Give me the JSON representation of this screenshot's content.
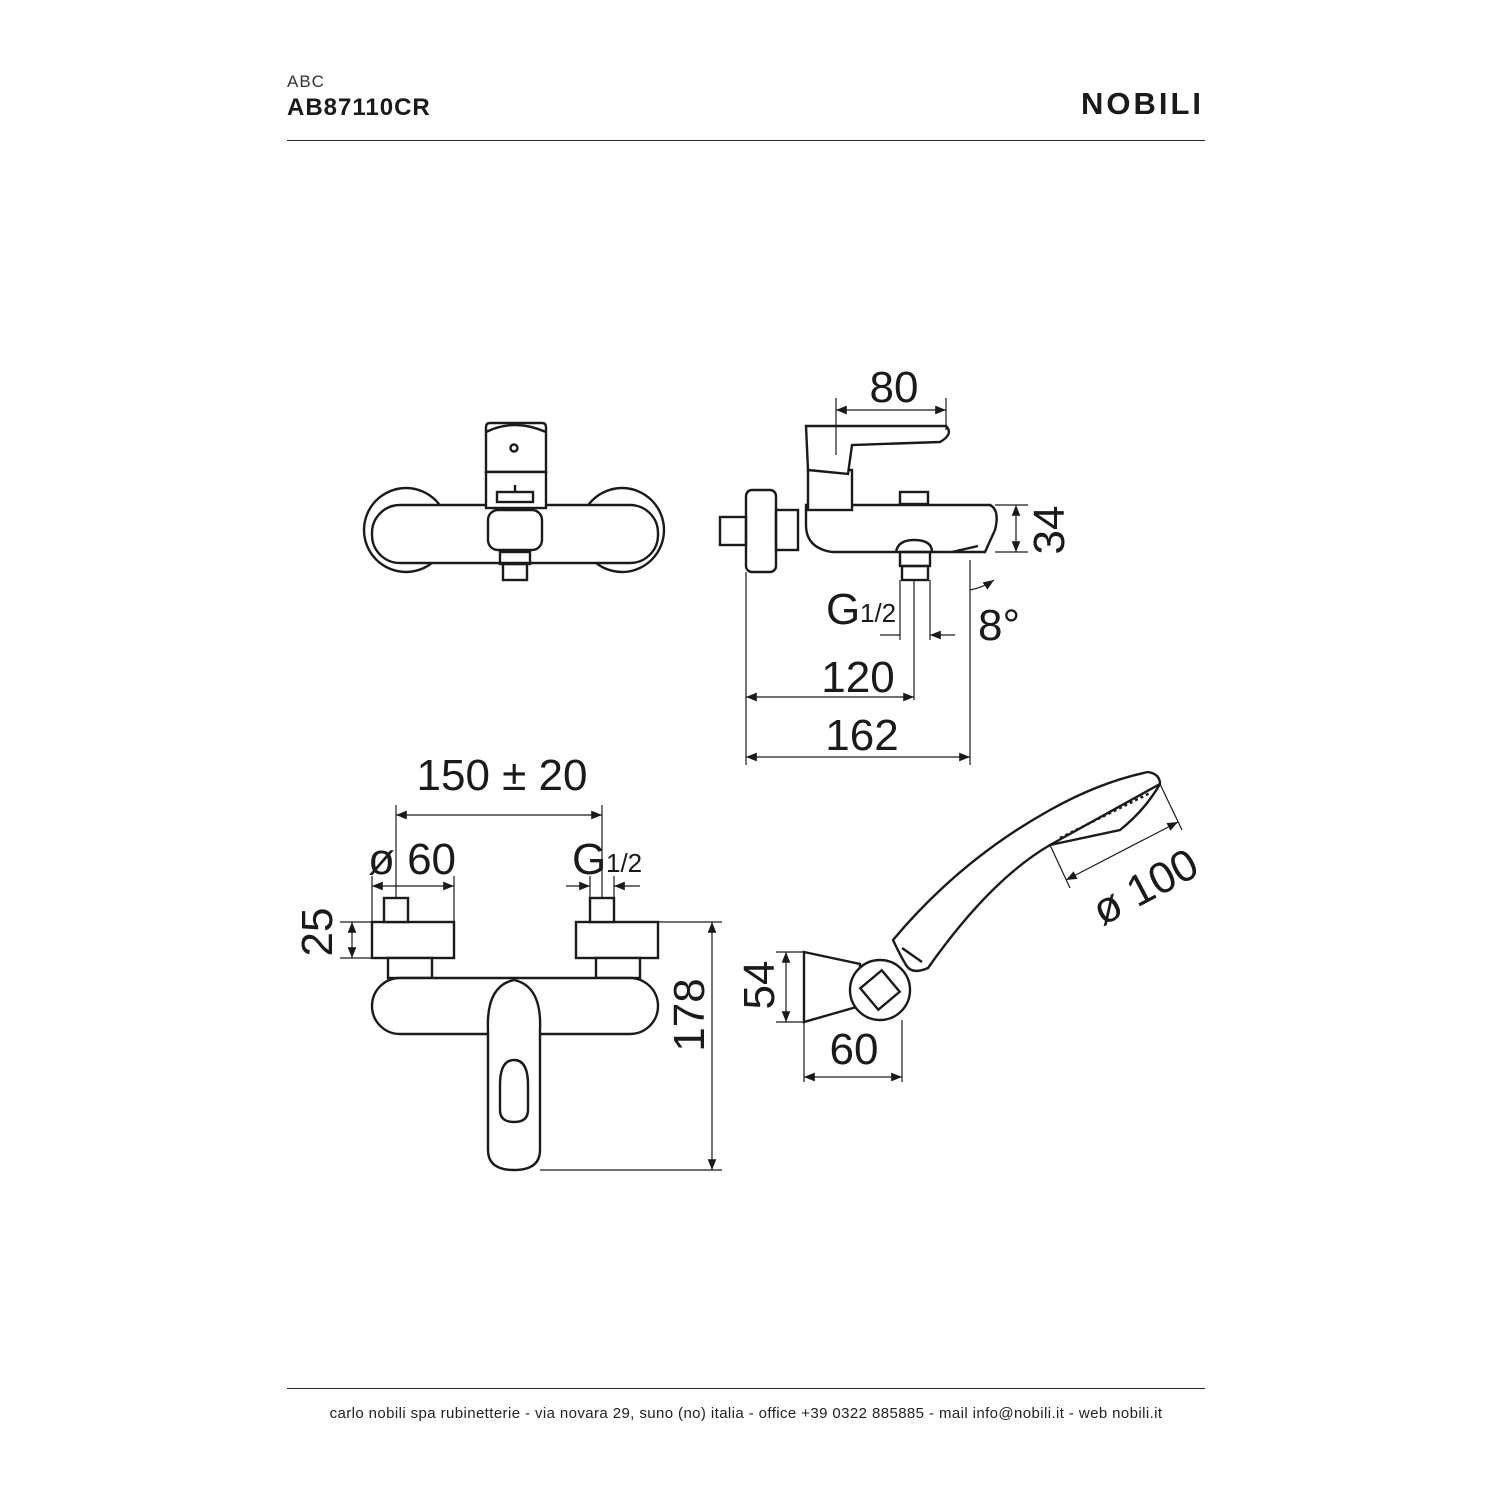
{
  "header": {
    "series": "ABC",
    "code": "AB87110CR",
    "brand": "NOBILI"
  },
  "dimensions": {
    "handle_depth": "80",
    "spout_height": "34",
    "outlet_thread": "G",
    "thread_fraction": "1/2",
    "spout_angle": "8°",
    "outlet_projection": "120",
    "total_projection": "162",
    "centers": "150 ± 20",
    "escutcheon_dia": "ø 60",
    "inlet_thread": "G",
    "inlet_fraction": "1/2",
    "inlet_height": "25",
    "total_height": "178",
    "bracket_height": "54",
    "bracket_depth": "60",
    "shower_head_dia": "ø 100"
  },
  "footer": {
    "text": "carlo nobili spa rubinetterie - via novara 29, suno (no) italia - office +39 0322 885885 - mail info@nobili.it - web nobili.it"
  }
}
